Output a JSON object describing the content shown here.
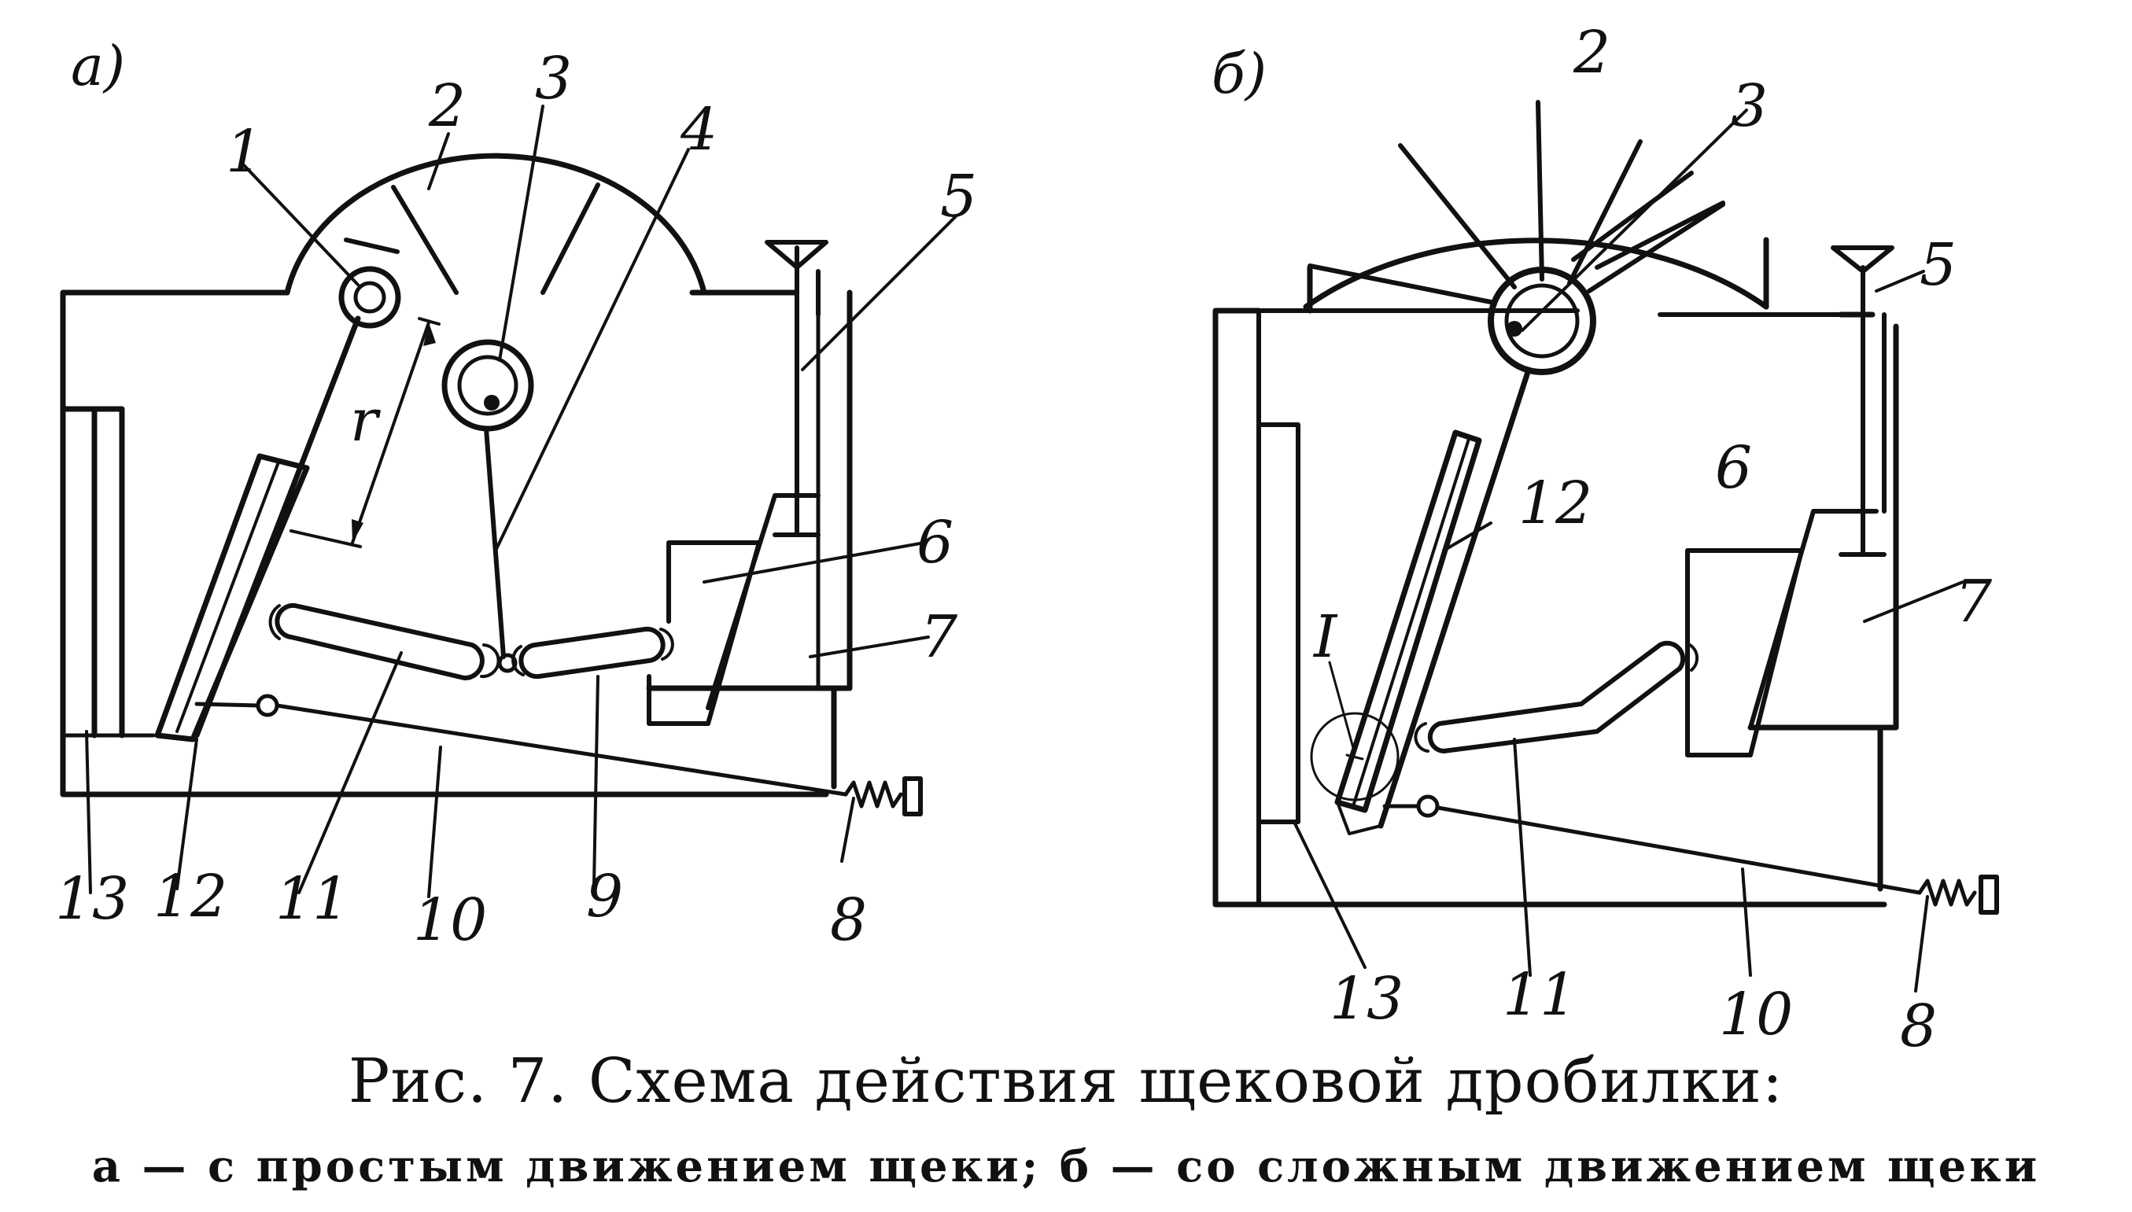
{
  "panels": [
    {
      "id": "a",
      "letter": "а)",
      "labels": {
        "l1": "1",
        "l2": "2",
        "l3": "3",
        "l4": "4",
        "l5": "5",
        "l6": "6",
        "l7": "7",
        "l8": "8",
        "l9": "9",
        "l10": "10",
        "l11": "11",
        "l12": "12",
        "l13": "13",
        "r": "r"
      }
    },
    {
      "id": "b",
      "letter": "б)",
      "labels": {
        "l2": "2",
        "l3": "3",
        "l5": "5",
        "l6": "6",
        "l7": "7",
        "l8": "8",
        "l10": "10",
        "l11": "11",
        "l12": "12",
        "l13": "13",
        "lI": "I"
      }
    }
  ],
  "caption": {
    "title": "Рис. 7. Схема действия щековой дробилки:",
    "subtitle": "а — с простым движением щеки; б — со сложным движением щеки"
  }
}
